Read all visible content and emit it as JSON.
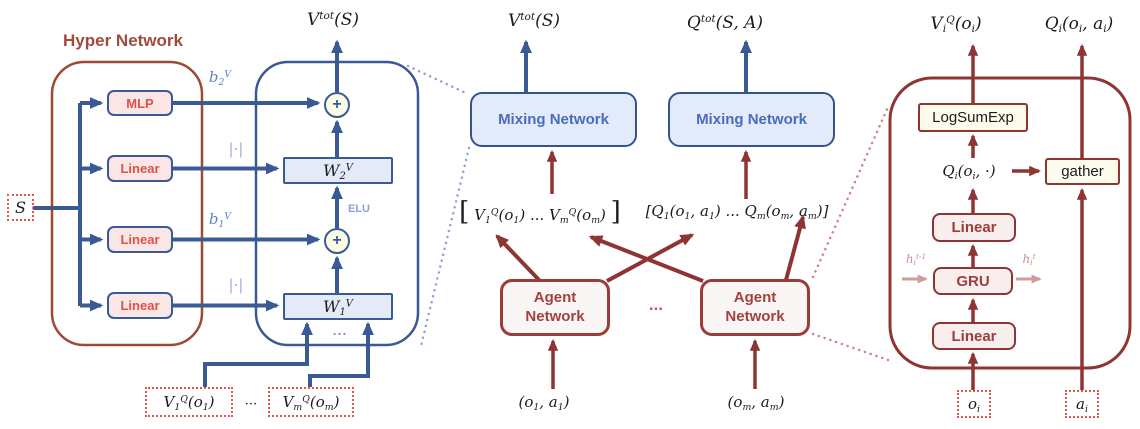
{
  "palette": {
    "blue": "#3a5a96",
    "blue_text": "#4a6cbe",
    "light_blue_fill": "#e5eaf8",
    "periwinkle": "#8da1d6",
    "brown": "#9c4a33",
    "title_brown": "#a04b3b",
    "dark_red": "#8e3432",
    "agent_red": "#a1423f",
    "bright_red": "#e0504a",
    "pink_fill": "#f9e6e5",
    "cream_fill": "#fbfce6",
    "dotted_red": "#e2574b",
    "faded_pink": "#cf9d98"
  },
  "left_panel": {
    "title": "Hyper Network",
    "output_label": "V^{tot}(S)",
    "state_input": "S",
    "hyper_boxes": [
      {
        "label": "MLP"
      },
      {
        "label": "Linear"
      },
      {
        "label": "Linear"
      },
      {
        "label": "Linear"
      }
    ],
    "edge_labels": [
      {
        "label": "b_{2}^{V}"
      },
      {
        "label": "|·|"
      },
      {
        "label": "b_{1}^{V}"
      },
      {
        "label": "|·|"
      }
    ],
    "sum_symbol": "+",
    "w2_label": "W_{2}^{V}",
    "w1_label": "W_{1}^{V}",
    "elu_label": "ELU",
    "w_input_dots": "...",
    "input_v1": "V_{1}^{Q}(o_{1})",
    "input_dots": "...",
    "input_vm": "V_{m}^{Q}(o_{m})"
  },
  "middle_panel": {
    "v_mixing": {
      "box_label": "Mixing Network",
      "output_label": "V^{tot}(S)",
      "lbracket": "[",
      "input_label": "V_{1}^{Q}(o_{1}) ... V_{m}^{Q}(o_{m})",
      "rbracket": "]"
    },
    "q_mixing": {
      "box_label": "Mixing Network",
      "output_label": "Q^{tot}(S, A)",
      "input_label": "[Q_{1}(o_{1}, a_{1}) ... Q_{m}(o_{m}, a_{m})]"
    },
    "agent1": {
      "label": "Agent Network",
      "input_label": "(o_{1}, a_{1})"
    },
    "agent_dots": "...",
    "agent2": {
      "label": "Agent Network",
      "input_label": "(o_{m}, a_{m})"
    }
  },
  "right_panel": {
    "v_output": "V_{i}^{Q}(o_{i})",
    "q_output": "Q_{i}(o_{i}, a_{i})",
    "logsumexp_label": "LogSumExp",
    "q_all_label": "Q_{i}(o_{i}, ·)",
    "gather_label": "gather",
    "linear_top_label": "Linear",
    "gru_label": "GRU",
    "linear_bottom_label": "Linear",
    "h_prev": "h_{i}^{t-1}",
    "h_next": "h_{i}^{t}",
    "obs_input": "o_{i}",
    "action_input": "a_{i}"
  }
}
